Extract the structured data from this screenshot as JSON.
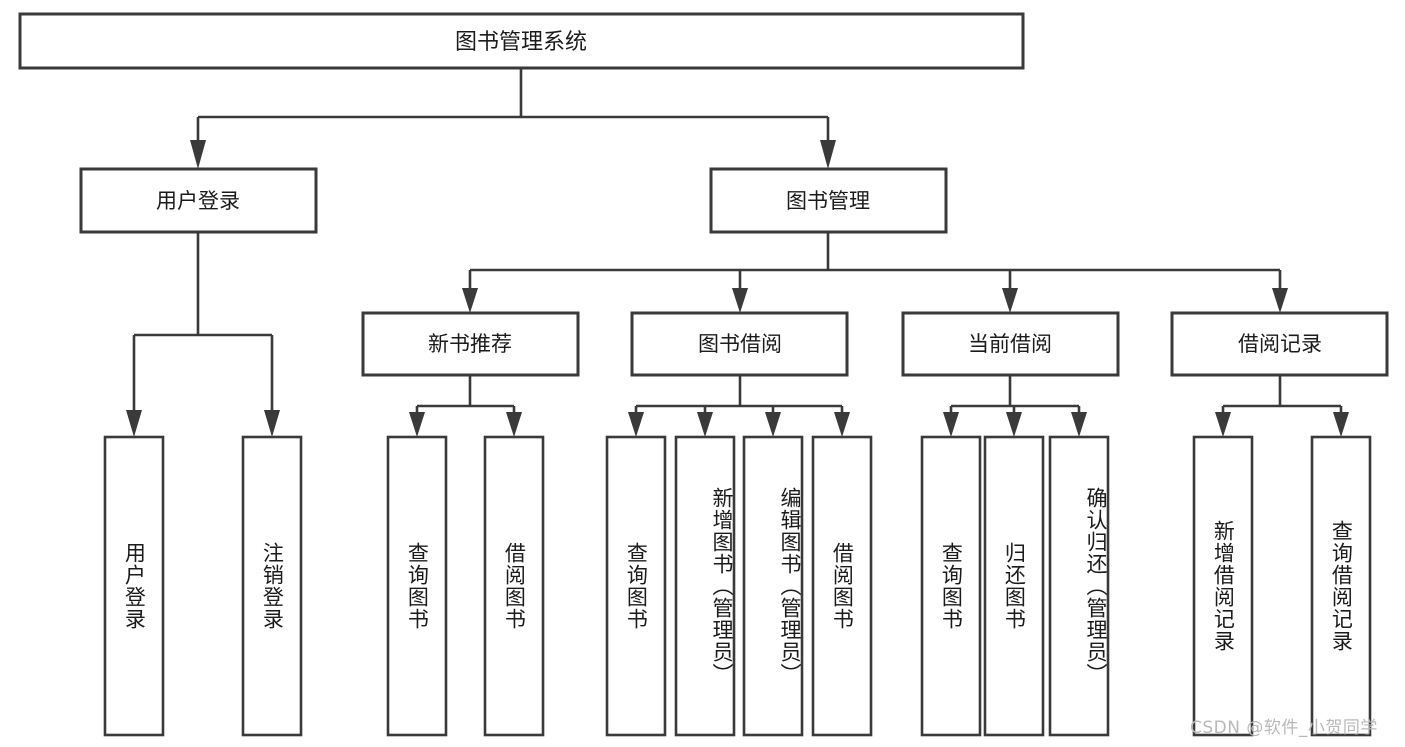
{
  "diagram": {
    "type": "tree",
    "title": "图书管理系统",
    "watermark": "CSDN @软件_小贺同学",
    "colors": {
      "stroke": "#3a3a3a",
      "fill": "#ffffff",
      "text": "#1b1b1b",
      "watermark": "#b9b9b9"
    },
    "root": {
      "label": "图书管理系统",
      "id": "root"
    },
    "level2": [
      {
        "id": "user-login",
        "label": "用户登录"
      },
      {
        "id": "book-manage",
        "label": "图书管理"
      }
    ],
    "level3": [
      {
        "id": "new-book-rec",
        "label": "新书推荐",
        "parent": "book-manage"
      },
      {
        "id": "book-borrow",
        "label": "图书借阅",
        "parent": "book-manage"
      },
      {
        "id": "current-borrow",
        "label": "当前借阅",
        "parent": "book-manage"
      },
      {
        "id": "borrow-record",
        "label": "借阅记录",
        "parent": "book-manage"
      }
    ],
    "leaves": [
      {
        "id": "leaf-user-login",
        "label": "用户登录",
        "parent": "user-login"
      },
      {
        "id": "leaf-logout",
        "label": "注销登录",
        "parent": "user-login"
      },
      {
        "id": "leaf-query-book-rec",
        "label": "查询图书",
        "parent": "new-book-rec"
      },
      {
        "id": "leaf-borrow-book-rec",
        "label": "借阅图书",
        "parent": "new-book-rec"
      },
      {
        "id": "leaf-query-book-borrow",
        "label": "查询图书",
        "parent": "book-borrow"
      },
      {
        "id": "leaf-add-book",
        "label": "新增图书（管理员）",
        "parent": "book-borrow"
      },
      {
        "id": "leaf-edit-book",
        "label": "编辑图书（管理员）",
        "parent": "book-borrow"
      },
      {
        "id": "leaf-borrow-book",
        "label": "借阅图书",
        "parent": "book-borrow"
      },
      {
        "id": "leaf-query-book-current",
        "label": "查询图书",
        "parent": "current-borrow"
      },
      {
        "id": "leaf-return-book",
        "label": "归还图书",
        "parent": "current-borrow"
      },
      {
        "id": "leaf-confirm-return",
        "label": "确认归还（管理员）",
        "parent": "current-borrow"
      },
      {
        "id": "leaf-add-record",
        "label": "新增借阅记录",
        "parent": "borrow-record"
      },
      {
        "id": "leaf-query-record",
        "label": "查询借阅记录",
        "parent": "borrow-record"
      }
    ]
  }
}
